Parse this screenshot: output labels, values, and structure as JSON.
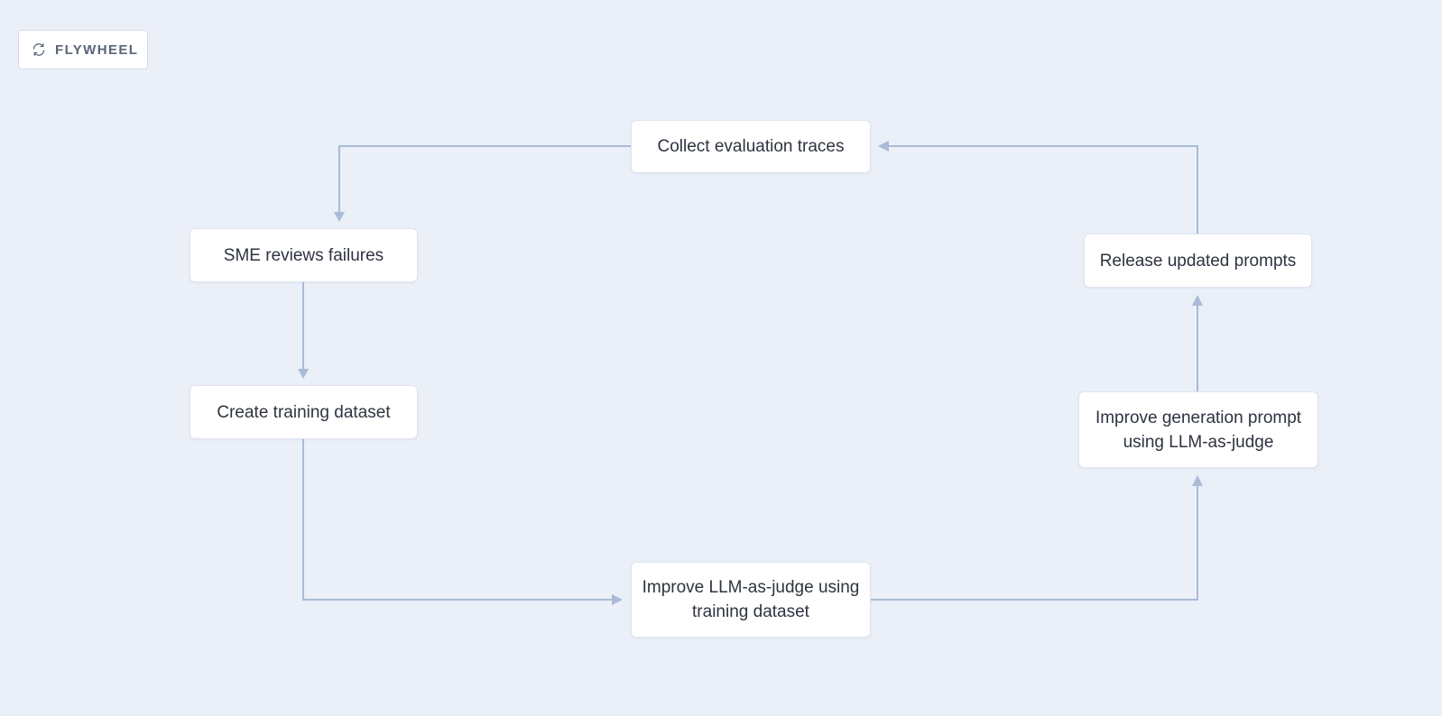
{
  "badge": {
    "label": "FLYWHEEL",
    "icon": "refresh-icon"
  },
  "nodes": {
    "collect": "Collect evaluation traces",
    "sme": "SME reviews failures",
    "create": "Create training dataset",
    "improve_judge": "Improve LLM-as-judge using\ntraining dataset",
    "improve_prompt": "Improve generation prompt\nusing LLM-as-judge",
    "release": "Release updated prompts"
  },
  "colors": {
    "background": "#eaeff8",
    "edge": "#a9bbd6",
    "node_fill": "#ffffff",
    "text": "#2e3340",
    "badge_text": "#5a6577"
  }
}
